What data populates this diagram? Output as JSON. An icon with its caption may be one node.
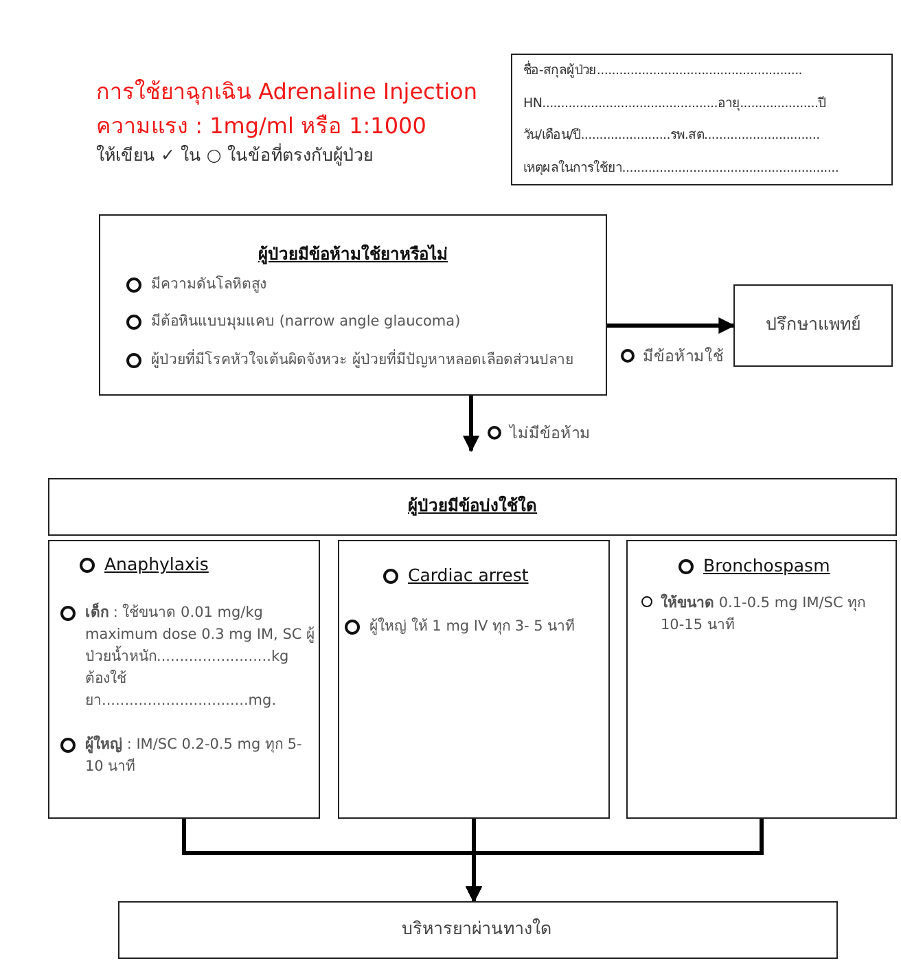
{
  "diagram": {
    "title": "การใช้ยาฉุกเฉิน Adrenaline Injection",
    "nodes": [
      {
        "text": [
          "ชื่อ-สกุลผู้ป่วย.......................................................",
          "HN...............................................อายุ.....................ปี",
          "วัน/เดือน/ปี........................รพ.สต...............................",
          "เหตุผลในการใช้ยา.........................................................."
        ]
      },
      {
        "text": [
          "ผู้ป่วยมีข้อห้ามใช้ยาหรือไม่",
          "มีความดันโลหิตสูง",
          "มีต้อหินแบบมุมแคบ (narrow angle glaucoma)",
          "ผู้ป่วยที่มีโรคหัวใจเต้นผิดจังหวะ ผู้ป่วยที่มีปัญหาหลอดเลือดส่วนปลาย"
        ]
      },
      {
        "text": [
          "ปรึกษาแพทย์"
        ]
      },
      {
        "text": [
          "ผู้ป่วยมีข้อบ่งใช้ใด"
        ]
      },
      {
        "text": [
          "Anaphylaxis",
          "**เด็ก** : ใช้ขนาด 0.01 mg/kg maximum dose 0.3 mg IM, SC ผู้ป่วยน้ำหนัก.........................kg ต้องใช้ยา................................mg.",
          "**ผู้ใหญ่** : IM/SC 0.2-0.5 mg ทุก 5-10 นาที"
        ]
      },
      {
        "text": [
          "Cardiac arrest",
          "ผู้ใหญ่ ให้ 1 mg IV ทุก 3- 5 นาที"
        ]
      },
      {
        "text": [
          "Bronchospasm",
          "**ให้ขนาด** 0.1-0.5 mg IM/SC ทุก 10-15 นาที"
        ]
      },
      {
        "text": [
          "บริหารยาผ่านทางใด"
        ]
      }
    ],
    "edges": [
      {
        "from": 1,
        "to": 2,
        "arrow": "to",
        "label": "มีข้อห้ามใช้"
      },
      {
        "from": 1,
        "to": 3,
        "arrow": "to",
        "label": "ไม่มีข้อห้าม"
      },
      {
        "from": 4,
        "to": 7,
        "arrow": "to"
      },
      {
        "from": 5,
        "to": 7,
        "arrow": "to"
      },
      {
        "from": 6,
        "to": 7,
        "arrow": "to"
      }
    ],
    "labels": [
      "ความแรง : 1mg/ml หรือ 1:1000",
      "ให้เขียน ✓ ใน ○ ในข้อที่ตรงกับผู้ป่วย"
    ]
  }
}
